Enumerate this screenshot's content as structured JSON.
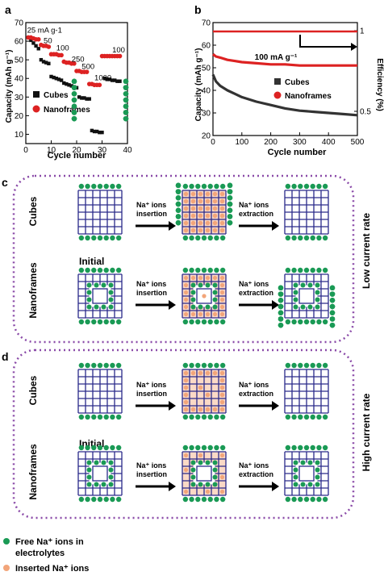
{
  "colors": {
    "cubes": "#111111",
    "nanoframes": "#dd2222",
    "panel_b_cubes": "#333333",
    "lattice": "#2a2a8a",
    "sodium_free": "#1a9a55",
    "sodium_inserted": "#f2a57a",
    "inserted_fill": "#fbd9c6",
    "dotted_border": "#8a4aa8"
  },
  "chart_data": [
    {
      "type": "scatter",
      "panel_label": "a",
      "xlabel": "Cycle number",
      "ylabel": "Capacity (mAh g⁻¹)",
      "xlim": [
        0,
        40
      ],
      "ylim": [
        5,
        70
      ],
      "xticks": [
        0,
        10,
        20,
        30,
        40
      ],
      "yticks": [
        10,
        20,
        30,
        40,
        50,
        60,
        70
      ],
      "legend": [
        "Cubes",
        "Nanoframes"
      ],
      "annotations": [
        {
          "text": "25 mA g-1",
          "x": 0.5,
          "y": 64.5
        },
        {
          "text": "50",
          "x": 7,
          "y": 59
        },
        {
          "text": "100",
          "x": 12,
          "y": 55
        },
        {
          "text": "250",
          "x": 18,
          "y": 49
        },
        {
          "text": "500",
          "x": 22,
          "y": 45
        },
        {
          "text": "1000",
          "x": 27,
          "y": 39
        },
        {
          "text": "100",
          "x": 34,
          "y": 54
        }
      ],
      "series": [
        {
          "name": "Cubes",
          "x": [
            1,
            2,
            3,
            4,
            5,
            6,
            7,
            8,
            9,
            10,
            11,
            12,
            13,
            14,
            15,
            16,
            17,
            18,
            19,
            20,
            21,
            22,
            23,
            24,
            25,
            26,
            27,
            28,
            29,
            30,
            31,
            32,
            33,
            34,
            35,
            36,
            37
          ],
          "y": [
            62,
            60.5,
            59,
            57.5,
            56,
            50,
            49,
            48.5,
            48,
            41,
            40.5,
            40,
            39.5,
            39,
            37.5,
            37,
            36.5,
            36,
            35.5,
            35,
            30,
            29.5,
            29.5,
            29,
            29,
            12,
            11.5,
            11.5,
            11,
            11,
            40,
            39.5,
            39.5,
            39,
            39,
            38.5,
            38.5
          ]
        },
        {
          "name": "Nanoframes",
          "x": [
            1,
            2,
            3,
            4,
            5,
            6,
            7,
            8,
            9,
            10,
            11,
            12,
            13,
            14,
            15,
            16,
            17,
            18,
            19,
            20,
            21,
            22,
            23,
            24,
            25,
            26,
            27,
            28,
            29,
            30,
            31,
            32,
            33,
            34,
            35,
            36,
            37
          ],
          "y": [
            62,
            62,
            61.5,
            61,
            61,
            58,
            57.5,
            57.5,
            57,
            53,
            53,
            53,
            52.5,
            52.5,
            49,
            48.5,
            48.5,
            48,
            48,
            44,
            44,
            43.5,
            43.5,
            43.5,
            37,
            37,
            36.5,
            36.5,
            36.5,
            52,
            52,
            52,
            52,
            52,
            52,
            52,
            52
          ]
        }
      ]
    },
    {
      "type": "line",
      "panel_label": "b",
      "xlabel": "Cycle number",
      "ylabel": "Capacity (mAh g⁻¹)",
      "y2label": "Efficiency (%)",
      "xlim": [
        0,
        500
      ],
      "ylim": [
        20,
        70
      ],
      "y2lim": [
        0.35,
        1.05
      ],
      "xticks": [
        0,
        100,
        200,
        300,
        400,
        500
      ],
      "yticks": [
        20,
        30,
        40,
        50,
        60,
        70
      ],
      "y2ticks": [
        0.5,
        1
      ],
      "rate_label": "100 mA g⁻¹",
      "legend": [
        "Cubes",
        "Nanoframes"
      ],
      "series": [
        {
          "name": "Cubes",
          "x": [
            0,
            10,
            25,
            50,
            75,
            100,
            150,
            200,
            250,
            300,
            350,
            400,
            450,
            500
          ],
          "y": [
            47,
            44,
            42,
            40,
            38.5,
            37,
            35,
            33.5,
            32,
            31,
            30.5,
            30,
            29.5,
            29
          ]
        },
        {
          "name": "Nanoframes",
          "x": [
            0,
            10,
            25,
            50,
            75,
            100,
            150,
            200,
            250,
            300,
            350,
            400,
            450,
            500
          ],
          "y": [
            56,
            55,
            54.5,
            53.5,
            53,
            52.5,
            52,
            51.5,
            51.5,
            51,
            51,
            51,
            51,
            51
          ]
        },
        {
          "name": "Efficiency",
          "x": [
            0,
            500
          ],
          "y": [
            0.995,
            0.995
          ]
        }
      ]
    }
  ],
  "schematic": {
    "panel_c_label": "c",
    "panel_d_label": "d",
    "row_cubes": "Cubes",
    "row_nanoframes": "Nanoframes",
    "initial": "Initial",
    "na_ions": "Na⁺ ions",
    "insertion": "insertion",
    "extraction": "extraction",
    "low_rate": "Low current rate",
    "high_rate": "High current rate",
    "legend_free": [
      "Free Na⁺ ions in",
      "electrolytes"
    ],
    "legend_inserted": "Inserted Na⁺ ions"
  }
}
